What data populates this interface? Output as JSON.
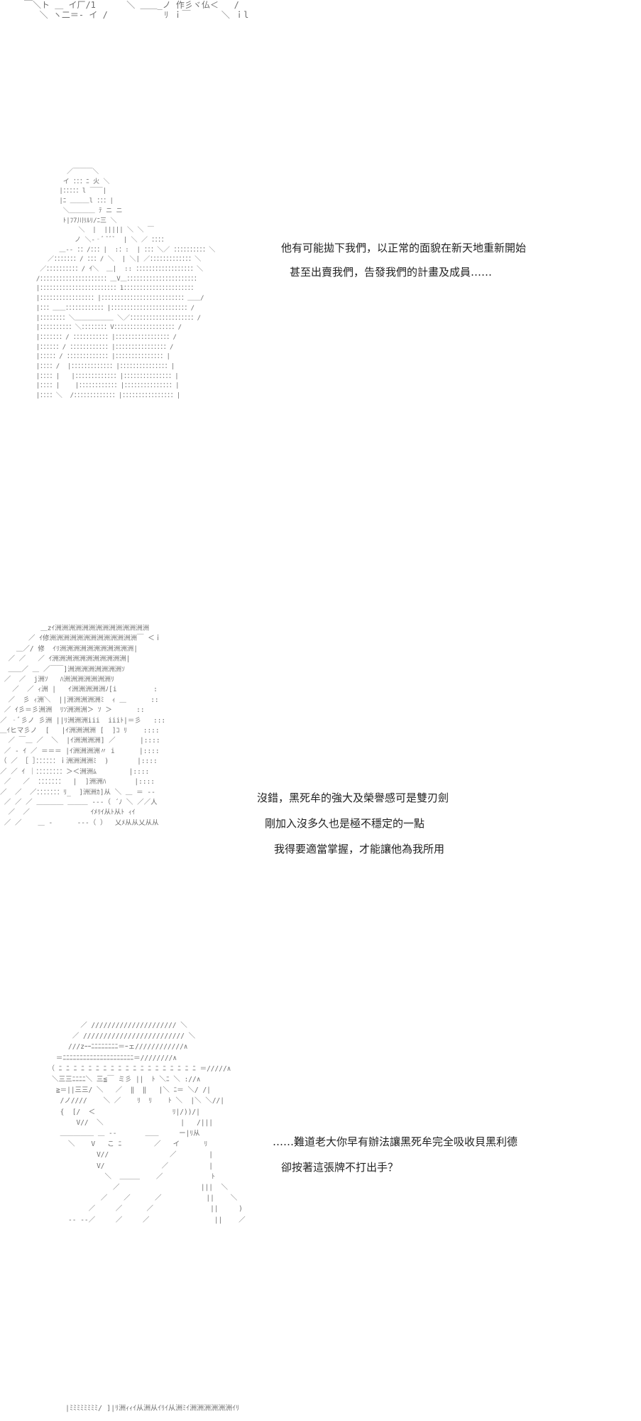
{
  "colors": {
    "background": "#ffffff",
    "text": "#222222",
    "art": "#6e6e6e"
  },
  "panels": [
    {
      "art_lines": [
        "￣＼ト ＿ イ厂/1      ＼ ＿＿_ノ 作彡ヾ仏＜   /",
        "   ＼ ヽ二＝‐ イ /           ﾘ ｉ￣      ＼ ｉl"
      ],
      "dialogue": []
    },
    {
      "art_lines": [
        "          ／￣￣￣＼",
        "         イ ：：：ﾆ 火 ＼",
        "        |：：：：：l ￣￣|",
        "        |ﾆ ＿＿＿l ：：：|",
        "         ＼＿＿＿＿ ﾃ ニ ニ",
        "         ﾄ|ﾌ7川ﾘﾙﾘ/ﾆ三 ＼",
        "             ＼  |  ||||| ＼ ＼ ￣",
        "            ノ ＼‐‐ﾞ ﾞﾞﾞ  | ＼ ／ ：：：：",
        "        ＿-‐ ：：/：：：|  :：:  | ：：：＼／ ：：：：：：：：：：＼",
        "     ／：：：：：：：/ ：：：/ ＼  | ＼| ／：：：：：：：：：：：：：＼",
        "   ／：：：：：：：：：：/ ｲ＼  ＿|  :: ：：：：：：：：：：：：：：：：：：＼",
        "  /：：：：：：：：：：：：：：：：：：：：：＿V＿：：：：：：：：：：：：：：：：：：：：：：",
        "  |：：：：：：：：：：：：：：：：：：：：：：：：1：：：：：：：：：：：：：：：：：：：：：：",
        "  |：：：：：：：：：：：：：：：：：|：：：：：：：：：：：：：：：：：：：：：：：：：：＿＿/",
        "  |：：：＿＿：：：：：：：：：：：：|：：：：：：：：：：：：：：：：：：：：：：：：/",
        "  |：：：：：：：：＼＿＿＿＿＿＿ ＼／：：：：：：：：：：：：：：：：：：：：/",
        "  |：：：：：：：：：：＼：：：：：：：：V：：：：：：：：：：：：：：：：：：：/",
        "  |：：：：：：：/ ：：：：：：：：：：：|：：：：：：：：：：：：：：：：：/",
        "  |：：：：：：/ ：：：：：：：：：：：：|：：：：：：：：：：：：：：：：/",
        "  |：：：：：/ ：：：：：：：：：：：：：|：：：：：：：：：：：：：：：|",
        "  |：：：：/  |：：：：：：：：：：：：：|：：：：：：：：：：：：：：：|",
        "  |：：：：|   |：：：：：：：：：：：：：|：：：：：：：：：：：：：：：|",
        "  |：：：：|    |：：：：：：：：：：：：|：：：：：：：：：：：：：：：|",
        "  |：：：：＼  /：：：：：：：：：：：：：|：：：：：：：：：：：：：：：：|"
      ],
      "dialogue": [
        "他有可能拋下我們，以正常的面貌在新天地重新開始",
        "甚至出賣我們，告發我們的計畫及成員……"
      ]
    },
    {
      "art_lines": [
        "          ＿zｲ洲洲洲洲洲洲洲洲洲洲洲洲洲洲",
        "       ／ ｲ修洲洲洲洲洲洲洲洲洲洲洲洲洲￣ ＜ｉ",
        "    ＿／/ 修  ｲﾘ洲洲洲洲洲洲洲洲洲洲洲|",
        "  ／ ／   ／ ｲ洲洲洲洲洲洲洲洲洲洲洲|",
        "  ＿＿／ ＿ ／￣￣]洲洲洲洲洲洲洲洲ｿ",
        " ／  ／  j洲ｿ   ﾊ洲洲洲洲洲洲洲ﾘ",
        "   ／  ／ ｨ洲 |   ｲ洲洲洲洲洲ﾉ[i         :",
        "  ／  彡 ｨ洲＼  ||洲洲洲洲洲ﾐ  ｨ ＿      ::",
        " ／ ｲ彡＝彡洲洲  ﾘｿ洲洲洲＞ ｿ ＞      ::",
        "／ ‐ﾞ彡ノ 彡洲 ||ﾘ洲洲洲iii  iiiﾄ|＝彡   :::",
        "＿ｲヒマ彡ノ  [   |ｲ洲洲洲洲 [  ]ｺ ﾘ    ::::",
        "  ／ ￣＿ ／  ＼  |ｲ洲洲洲洲] ／      |::::",
        " ／ ‐ ｲ ／ ＝＝＝ |ｲ洲洲洲洲〃 i      |::::",
        "（ ／ ［ ］：：：：：：ｉ洲洲洲洲ﾐ  )       |::::",
        "／ ／ ｲ ｜：：：：：：：：＞＜洲洲ﾑ        |::::",
        " ／   ／  ：：：：：：：  |  ]洲洲ﾊ       |::::",
        "／  ／  ／：：：：：：：ﾘ_  ]洲洲ｶ]从 ＼ ＿ ＝ ‐‐",
        " ／ ／ ／ ＿＿＿＿ ＿＿＿ ‐‐‐（ ´ﾉ ＼ ／／人",
        "  ／  ／               ｲﾒﾘｲ从ﾄ从ﾄ ｨｲ",
        " ／ ／    ＿ ‐      ‐‐-（ ）  乂ﾒ从从乂从从"
      ],
      "dialogue": [
        "沒錯，黑死牟的強大及榮譽感可是雙刃劍",
        "剛加入沒多久也是極不穩定的一點",
        "我得要適當掌握，才能讓他為我所用"
      ]
    },
    {
      "art_lines": [
        "          ／ ///////////////////// ＼",
        "        ／ ///////////////////////// ＼",
        "       ///zｰｰﾆﾆﾆﾆﾆﾆﾆﾆ＝ｰェ////////////∧",
        "    ＝ﾆﾆﾆﾆﾆﾆﾆﾆﾆﾆﾆﾆﾆﾆﾆﾆﾆﾆﾆﾆﾆ＝////////∧",
        "  （ ﾆ ﾆ ﾆ ﾆ ﾆ ﾆ ﾆ ﾆ ﾆ ﾆ ﾆ ﾆ ﾆ ﾆ ﾆ ﾆ ﾆ ﾆ ﾆ ＝/////∧",
        "   ＼三三ﾆﾆﾆﾆ＼ 三≦￣ ミ彡 ||  ﾄ ＼ﾆ ＼ ://∧",
        "    ≧＝||三三/ ＼   ／  ‖  ‖   |＼ ﾆ＝ ＼/ /|",
        "     /ノ////    ＼ ／    ﾘ  ﾘ    ﾄ ＼  |＼ ＼//|",
        "     {  [/  ＜                   ﾘ|/))/|",
        "         V//  ＼                   |   /|||",
        "     ＿＿＿＿＿ ＿ ‐‐       ＿＿     ー|ﾘ从",
        "       ＼    V   こ ﾆ        ／   イ      ﾘ",
        "              V//               ／        |",
        "              V/              ／          |",
        "                ＼  ＿＿＿    ／            ﾄ",
        "                  ／                    |||  ＼",
        "               ／    ／      ／           ||    ＼",
        "            ／     ／      ／              ||     )",
        "       ‐‐ ‐‐／     ／     ／                ||    ／"
      ],
      "dialogue": [
        "……難道老大你早有辦法讓黑死牟完全吸收貝黑利德",
        "卻按著這張牌不打出手？"
      ]
    },
    {
      "art_lines": [
        "  |ﾐﾐﾐﾐﾐﾐﾐﾐ/ ]|ﾘ洲ｨｨｲ从洲从ｲﾘｲ从洲ﾐｲ洲洲洲洲洲洲ｲﾘ"
      ],
      "dialogue": []
    }
  ]
}
